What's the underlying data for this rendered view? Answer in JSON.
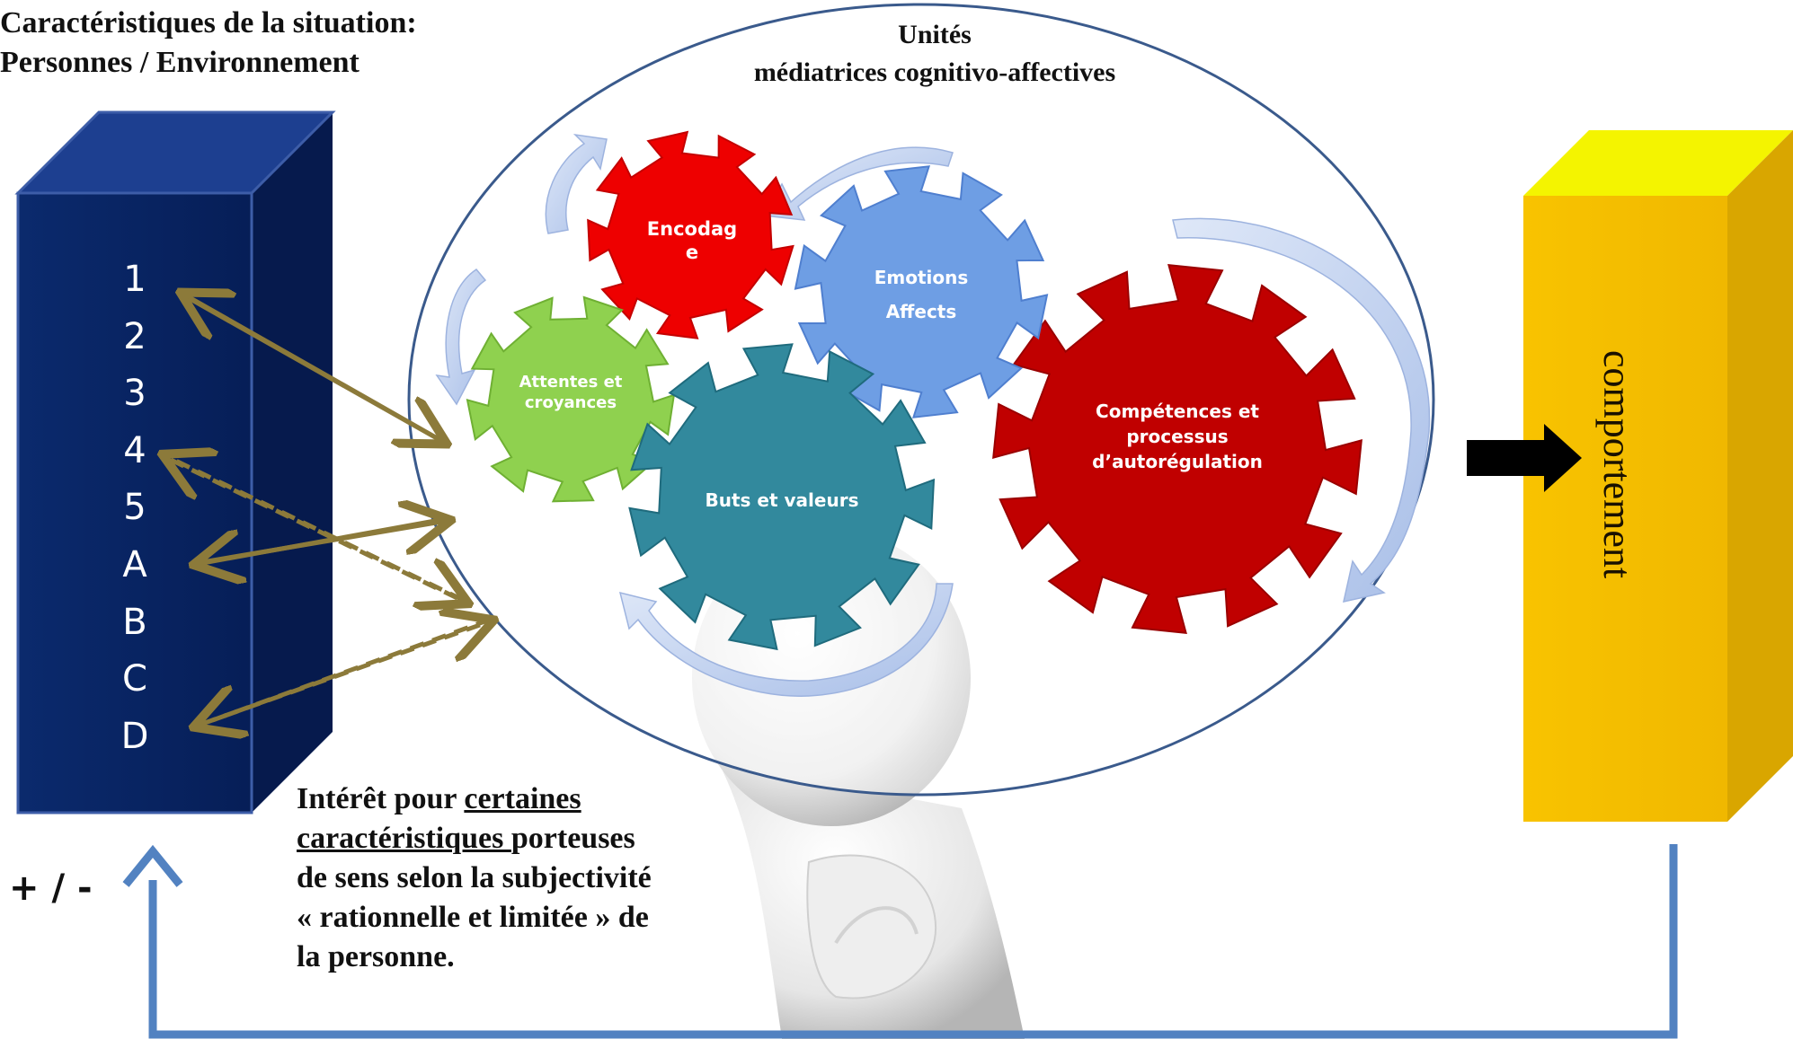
{
  "situation_title": [
    "Caractéristiques de la situation:",
    "Personnes / Environnement"
  ],
  "situation_items": [
    "1",
    "2",
    "3",
    "4",
    "5",
    "A",
    "B",
    "C",
    "D"
  ],
  "units_title": [
    "Unités",
    "médiatrices cognitivo-affectives"
  ],
  "gears": {
    "encodage": [
      "Encodag",
      "e"
    ],
    "emotions": [
      "Emotions",
      "Affects"
    ],
    "attentes": [
      "Attentes et",
      "croyances"
    ],
    "buts": [
      "Buts et valeurs"
    ],
    "competences": [
      "Compétences et",
      "processus",
      "d’autorégulation"
    ]
  },
  "behavior_label": "comportement",
  "feedback_label": "+ / -",
  "interest_text": {
    "line1_prefix": "Intérêt pour ",
    "line1_underlined": "certaines",
    "line2_underlined": "caractéristiques ",
    "line2_suffix": "porteuses",
    "line3": "de sens selon la subjectivité",
    "line4": "« rationnelle et limitée » de",
    "line5": "la personne."
  },
  "colors": {
    "situation_box": "#0a2a6e",
    "behavior_box": "#f6c000",
    "behavior_top": "#f4f400",
    "encodage": "#ee0000",
    "emotions": "#6f9fe6",
    "attentes": "#8fd14f",
    "buts": "#328a9e",
    "competences": "#c00000",
    "feedback_arrow": "#5282c1",
    "cycle_arrows": "#b5c8ec",
    "link_arrows": "#8c7a3a"
  }
}
